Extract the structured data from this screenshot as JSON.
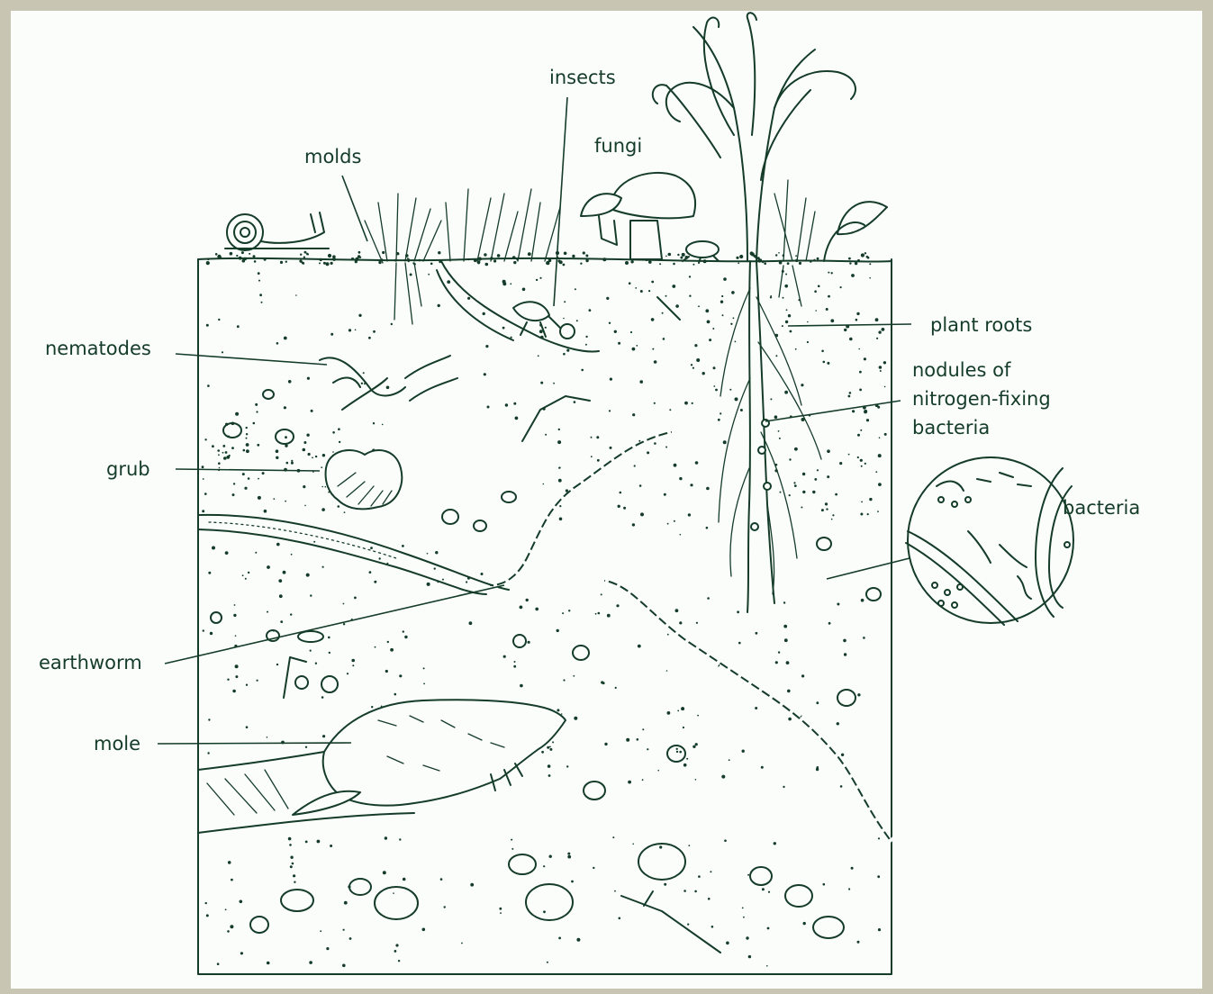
{
  "labels": {
    "insects": "insects",
    "molds": "molds",
    "fungi": "fungi",
    "plant_roots": "plant roots",
    "nodules_line1": "nodules of",
    "nodules_line2": "nitrogen-fixing",
    "nodules_line3": "bacteria",
    "bacteria": "bacteria",
    "nematodes": "nematodes",
    "grub": "grub",
    "earthworm": "earthworm",
    "mole": "mole"
  },
  "colors": {
    "ink": "#143c28",
    "paper": "#fbfdfb",
    "border": "#c9c5b3"
  }
}
